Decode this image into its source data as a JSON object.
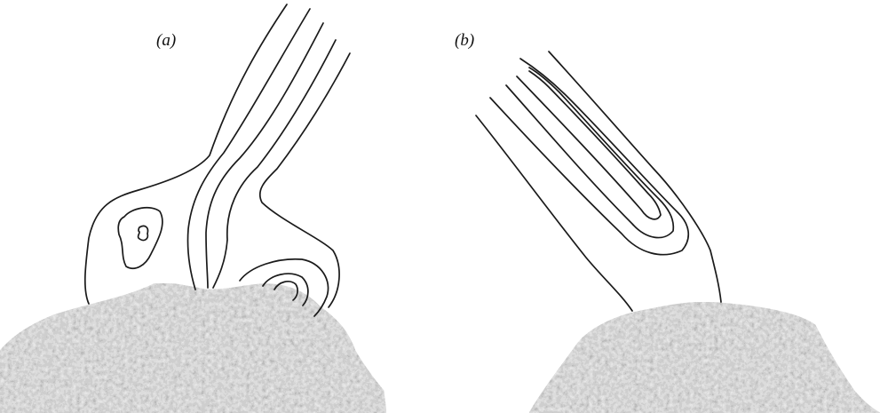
{
  "figure": {
    "panels": [
      {
        "id": "a",
        "label": "(a)"
      },
      {
        "id": "b",
        "label": "(b)"
      }
    ],
    "colors": {
      "background": "#ffffff",
      "line": "#1a1a1a",
      "terrain_light": "#c4c4c4",
      "terrain_dark": "#7d7d7d"
    }
  }
}
